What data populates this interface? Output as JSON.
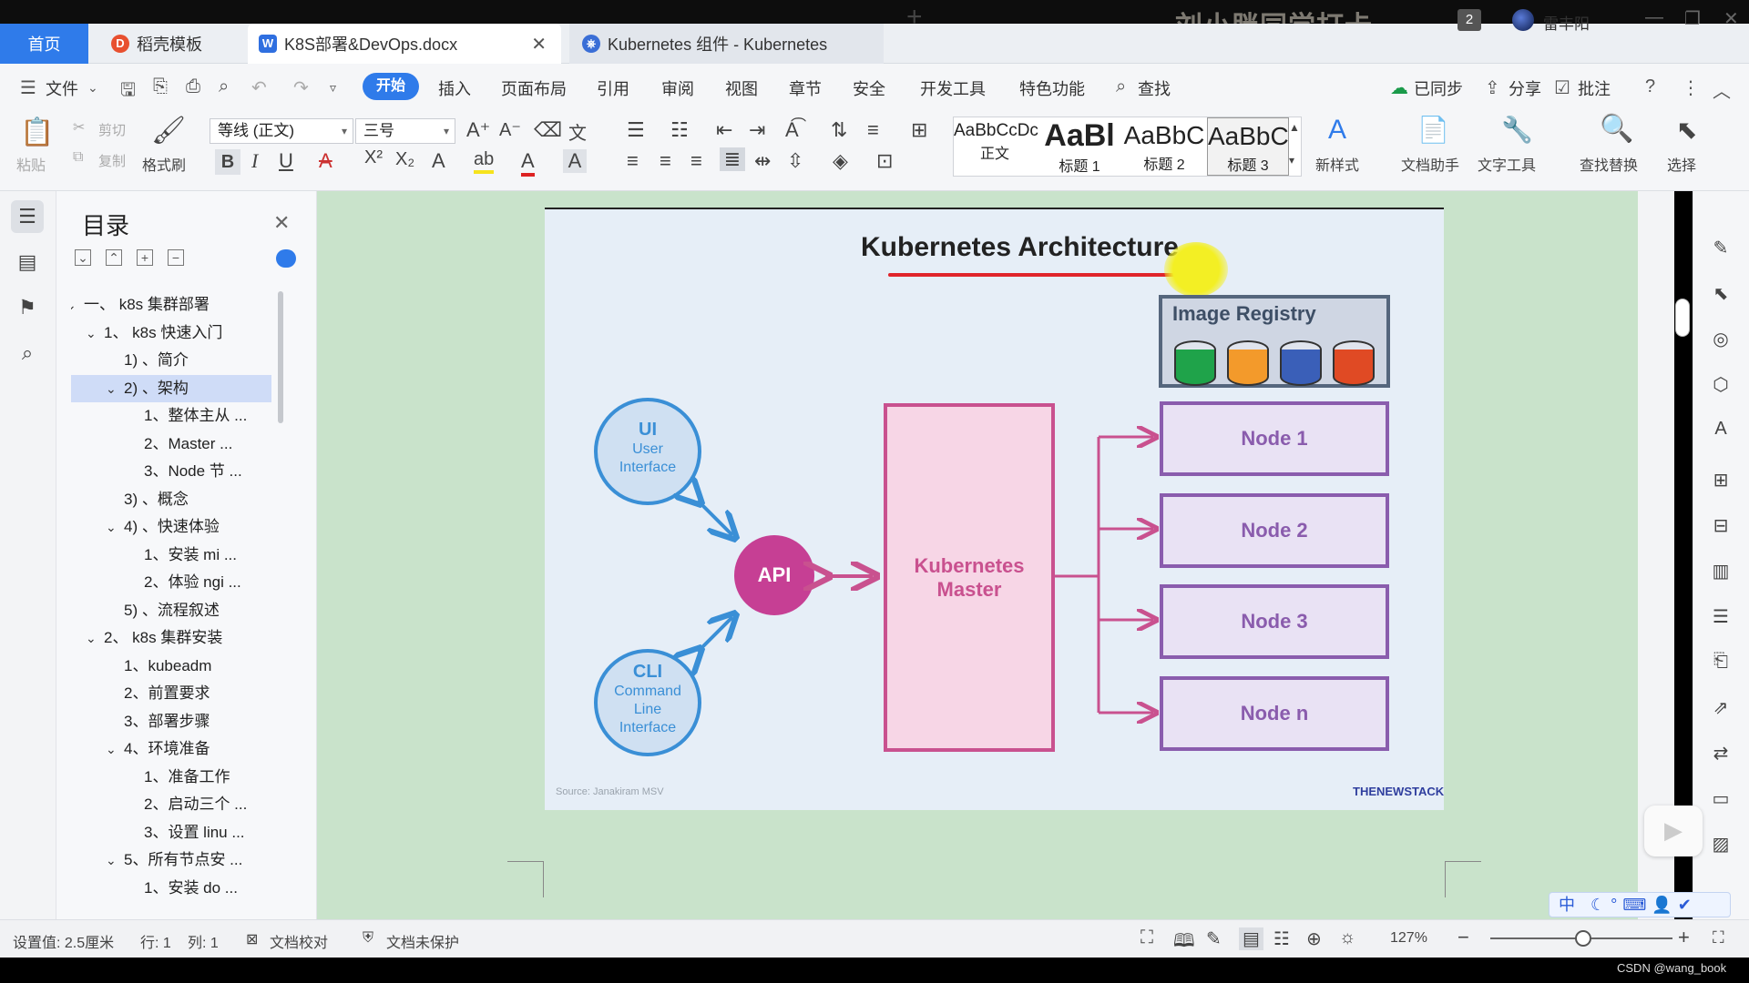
{
  "watermark": "刘小胖同学打卡",
  "tabs": {
    "home": "首页",
    "template": "稻壳模板",
    "document": "K8S部署&DevOps.docx",
    "browser": "Kubernetes 组件 - Kubernetes"
  },
  "window": {
    "badge": "2",
    "user": "雷丰阳"
  },
  "menu": {
    "file": "文件",
    "items": [
      "开始",
      "插入",
      "页面布局",
      "引用",
      "审阅",
      "视图",
      "章节",
      "安全",
      "开发工具",
      "特色功能"
    ],
    "search": "查找",
    "sync": "已同步",
    "share": "分享",
    "comment": "批注"
  },
  "ribbon": {
    "paste": "粘贴",
    "cut": "剪切",
    "copy": "复制",
    "format_painter": "格式刷",
    "font_name": "等线 (正文)",
    "font_size": "三号",
    "styles": [
      {
        "preview": "AaBbCcDc",
        "name": "正文"
      },
      {
        "preview": "AaBl",
        "name": "标题 1"
      },
      {
        "preview": "AaBbC",
        "name": "标题 2"
      },
      {
        "preview": "AaBbC",
        "name": "标题 3"
      }
    ],
    "new_style": "新样式",
    "doc_assistant": "文档助手",
    "text_tools": "文字工具",
    "find_replace": "查找替换",
    "select": "选择"
  },
  "toc": {
    "title": "目录",
    "items": [
      {
        "label": "一、 k8s 集群部署",
        "level": 0,
        "chev": "v"
      },
      {
        "label": "1、 k8s 快速入门",
        "level": 1,
        "chev": "v"
      },
      {
        "label": "1) 、简介",
        "level": 2,
        "chev": ""
      },
      {
        "label": "2) 、架构",
        "level": 2,
        "chev": "v",
        "selected": true
      },
      {
        "label": "1、整体主从 ...",
        "level": 3,
        "chev": ""
      },
      {
        "label": "2、Master ...",
        "level": 3,
        "chev": ""
      },
      {
        "label": "3、Node 节 ...",
        "level": 3,
        "chev": ""
      },
      {
        "label": "3) 、概念",
        "level": 2,
        "chev": ""
      },
      {
        "label": "4) 、快速体验",
        "level": 2,
        "chev": "v"
      },
      {
        "label": "1、安装 mi ...",
        "level": 3,
        "chev": ""
      },
      {
        "label": "2、体验 ngi ...",
        "level": 3,
        "chev": ""
      },
      {
        "label": "5) 、流程叙述",
        "level": 2,
        "chev": ""
      },
      {
        "label": "2、 k8s 集群安装",
        "level": 1,
        "chev": "v"
      },
      {
        "label": "1、kubeadm",
        "level": 2,
        "chev": ""
      },
      {
        "label": "2、前置要求",
        "level": 2,
        "chev": ""
      },
      {
        "label": "3、部署步骤",
        "level": 2,
        "chev": ""
      },
      {
        "label": "4、环境准备",
        "level": 2,
        "chev": "v"
      },
      {
        "label": "1、准备工作",
        "level": 3,
        "chev": ""
      },
      {
        "label": "2、启动三个 ...",
        "level": 3,
        "chev": ""
      },
      {
        "label": "3、设置 linu ...",
        "level": 3,
        "chev": ""
      },
      {
        "label": "5、所有节点安 ...",
        "level": 2,
        "chev": "v"
      },
      {
        "label": "1、安装 do ...",
        "level": 3,
        "chev": ""
      }
    ]
  },
  "diagram": {
    "title": "Kubernetes Architecture",
    "registry": "Image Registry",
    "registry_colors": [
      "#1fa34a",
      "#f39a2b",
      "#3a5fb8",
      "#e04a24"
    ],
    "ui": {
      "big": "UI",
      "line1": "User",
      "line2": "Interface"
    },
    "cli": {
      "big": "CLI",
      "line1": "Command",
      "line2": "Line",
      "line3": "Interface"
    },
    "api": "API",
    "master_line1": "Kubernetes",
    "master_line2": "Master",
    "nodes": [
      "Node 1",
      "Node 2",
      "Node 3",
      "Node n"
    ],
    "source": "Source: Janakiram MSV",
    "brand": "THENEWSTACK"
  },
  "status": {
    "setting": "设置值: 2.5厘米",
    "row": "行: 1",
    "col": "列: 1",
    "proof": "文档校对",
    "protect": "文档未保护",
    "zoom": "127%"
  },
  "ime": "中",
  "footer": "CSDN @wang_book"
}
